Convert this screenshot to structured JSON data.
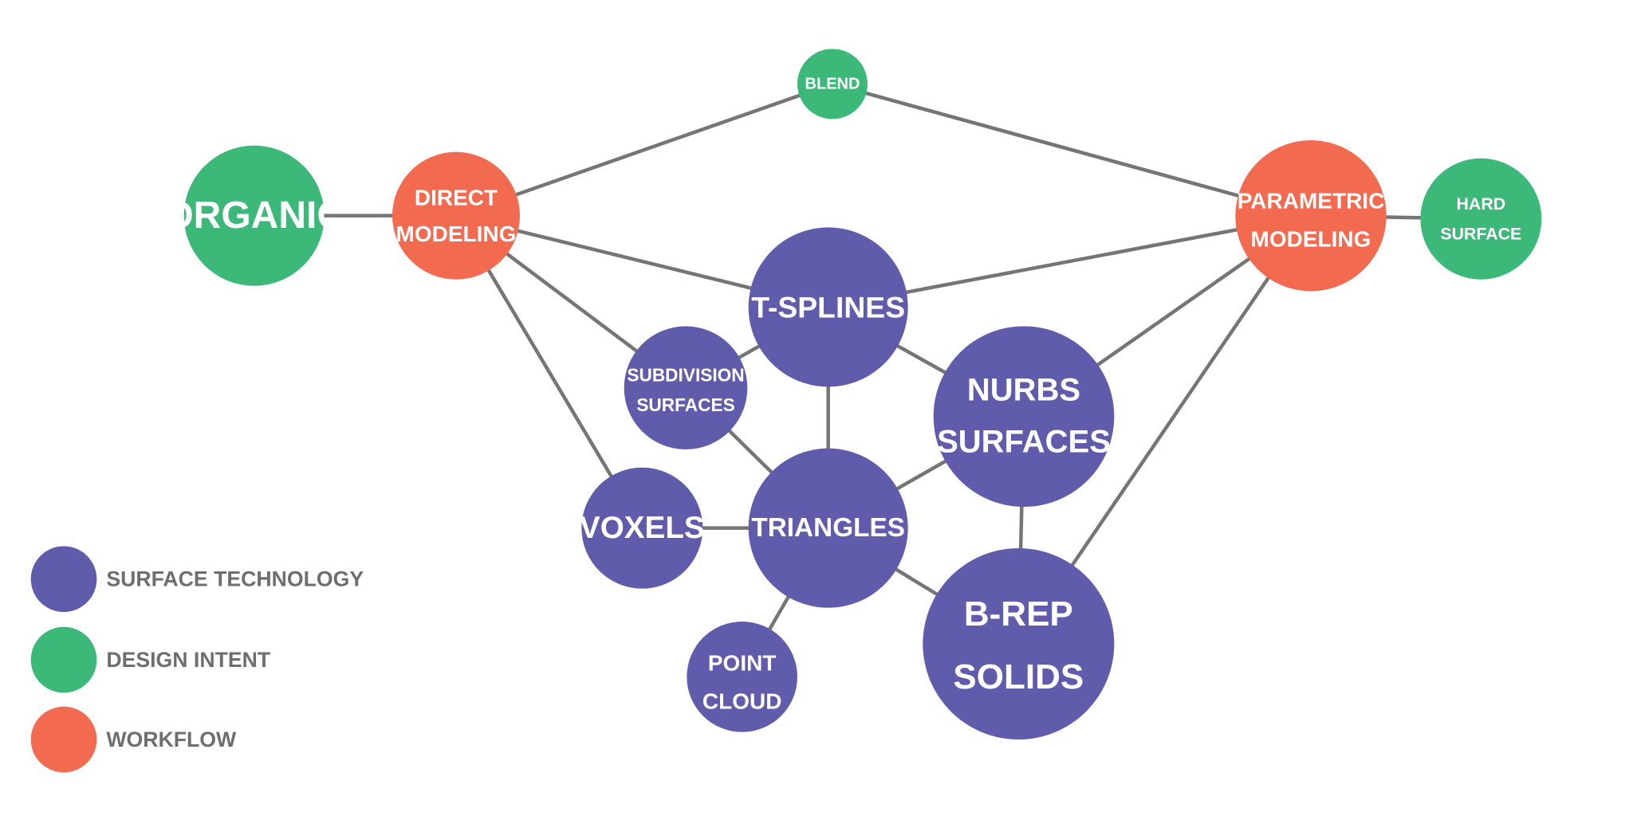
{
  "colors": {
    "surface_technology": "#615bab",
    "design_intent": "#3cb878",
    "workflow": "#f26b50",
    "edge": "#757575",
    "legend_text": "#6e6e6e"
  },
  "nodes": [
    {
      "id": "organic",
      "lines": [
        "ORGANIC"
      ],
      "category": "design_intent"
    },
    {
      "id": "direct-modeling",
      "lines": [
        "DIRECT",
        "MODELING"
      ],
      "category": "workflow"
    },
    {
      "id": "blend",
      "lines": [
        "BLEND"
      ],
      "category": "design_intent"
    },
    {
      "id": "parametric-modeling",
      "lines": [
        "PARAMETRIC",
        "MODELING"
      ],
      "category": "workflow"
    },
    {
      "id": "hard-surface",
      "lines": [
        "HARD",
        "SURFACE"
      ],
      "category": "design_intent"
    },
    {
      "id": "t-splines",
      "lines": [
        "T-SPLINES"
      ],
      "category": "surface_technology"
    },
    {
      "id": "subdivision-surfaces",
      "lines": [
        "SUBDIVISION",
        "SURFACES"
      ],
      "category": "surface_technology"
    },
    {
      "id": "nurbs-surfaces",
      "lines": [
        "NURBS",
        "SURFACES"
      ],
      "category": "surface_technology"
    },
    {
      "id": "voxels",
      "lines": [
        "VOXELS"
      ],
      "category": "surface_technology"
    },
    {
      "id": "triangles",
      "lines": [
        "TRIANGLES"
      ],
      "category": "surface_technology"
    },
    {
      "id": "point-cloud",
      "lines": [
        "POINT",
        "CLOUD"
      ],
      "category": "surface_technology"
    },
    {
      "id": "b-rep-solids",
      "lines": [
        "B-REP",
        "SOLIDS"
      ],
      "category": "surface_technology"
    }
  ],
  "edges": [
    [
      "organic",
      "direct-modeling"
    ],
    [
      "direct-modeling",
      "blend"
    ],
    [
      "blend",
      "parametric-modeling"
    ],
    [
      "parametric-modeling",
      "hard-surface"
    ],
    [
      "direct-modeling",
      "t-splines"
    ],
    [
      "direct-modeling",
      "subdivision-surfaces"
    ],
    [
      "direct-modeling",
      "voxels"
    ],
    [
      "parametric-modeling",
      "t-splines"
    ],
    [
      "parametric-modeling",
      "nurbs-surfaces"
    ],
    [
      "parametric-modeling",
      "b-rep-solids"
    ],
    [
      "t-splines",
      "subdivision-surfaces"
    ],
    [
      "t-splines",
      "nurbs-surfaces"
    ],
    [
      "t-splines",
      "triangles"
    ],
    [
      "subdivision-surfaces",
      "triangles"
    ],
    [
      "nurbs-surfaces",
      "triangles"
    ],
    [
      "nurbs-surfaces",
      "b-rep-solids"
    ],
    [
      "voxels",
      "triangles"
    ],
    [
      "triangles",
      "point-cloud"
    ],
    [
      "triangles",
      "b-rep-solids"
    ]
  ],
  "legend": [
    {
      "category": "surface_technology",
      "label": "SURFACE TECHNOLOGY"
    },
    {
      "category": "design_intent",
      "label": "DESIGN INTENT"
    },
    {
      "category": "workflow",
      "label": "WORKFLOW"
    }
  ]
}
